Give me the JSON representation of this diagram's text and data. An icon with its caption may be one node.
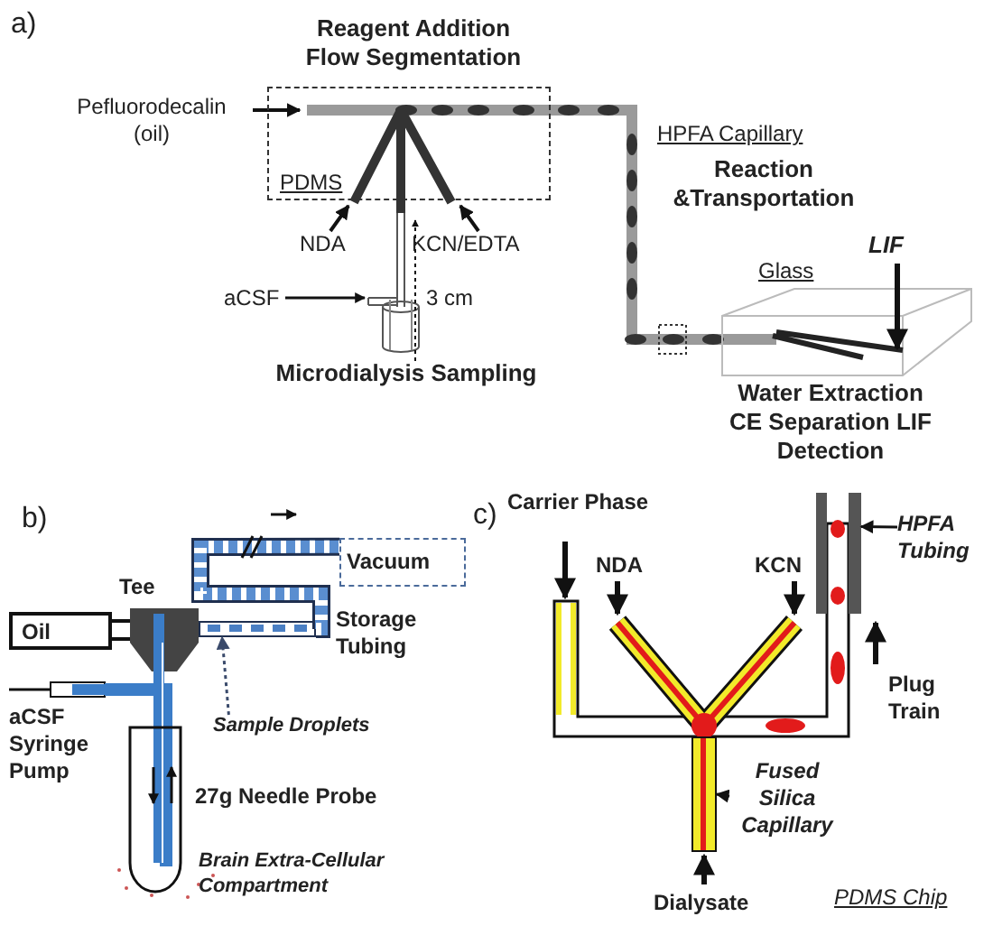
{
  "diagram": {
    "nodes": [
      {
        "text": [
          "PDMS"
        ]
      },
      {
        "text": [
          "Oil"
        ]
      },
      {
        "text": [
          "Vacuum"
        ]
      },
      {
        "text": [
          "Sample Droplets"
        ]
      },
      {
        "text": [],
        "shape": "bar"
      },
      {
        "text": [
          "HPFA Tubing"
        ]
      },
      {
        "text": [],
        "shape": "bar"
      },
      {
        "text": [
          "Fused Silica Capillary"
        ]
      },
      {
        "text": [],
        "shape": "bar"
      }
    ],
    "edges": [
      {
        "from": 3,
        "to": 4,
        "arrow": "to",
        "style": "dashed",
        "color": "#3a4a6b"
      },
      {
        "from": 5,
        "to": 6,
        "arrow": "to"
      },
      {
        "from": 7,
        "to": 8,
        "arrow": "to"
      },
      {
        "from": 4,
        "to": 2,
        "arrow": "none",
        "style": "thick",
        "color": "#1f2f4f"
      }
    ],
    "labels": [
      "a)",
      "Reagent Addition Flow Segmentation",
      "Pefluorodecalin (oil)",
      "HPFA Capillary",
      "Reaction &Transportation",
      "NDA",
      "KCN/EDTA",
      "aCSF",
      "3 cm",
      "Glass",
      "LIF",
      "Microdialysis Sampling",
      "Water Extraction CE Separation LIF Detection",
      "b)",
      "Tee",
      "Storage Tubing",
      "aCSF Syringe Pump",
      "27g Needle Probe",
      "Brain Extra-Cellular Compartment",
      "c)",
      "Carrier Phase",
      "NDA",
      "KCN",
      "Plug Train",
      "Dialysate",
      "PDMS Chip"
    ]
  }
}
